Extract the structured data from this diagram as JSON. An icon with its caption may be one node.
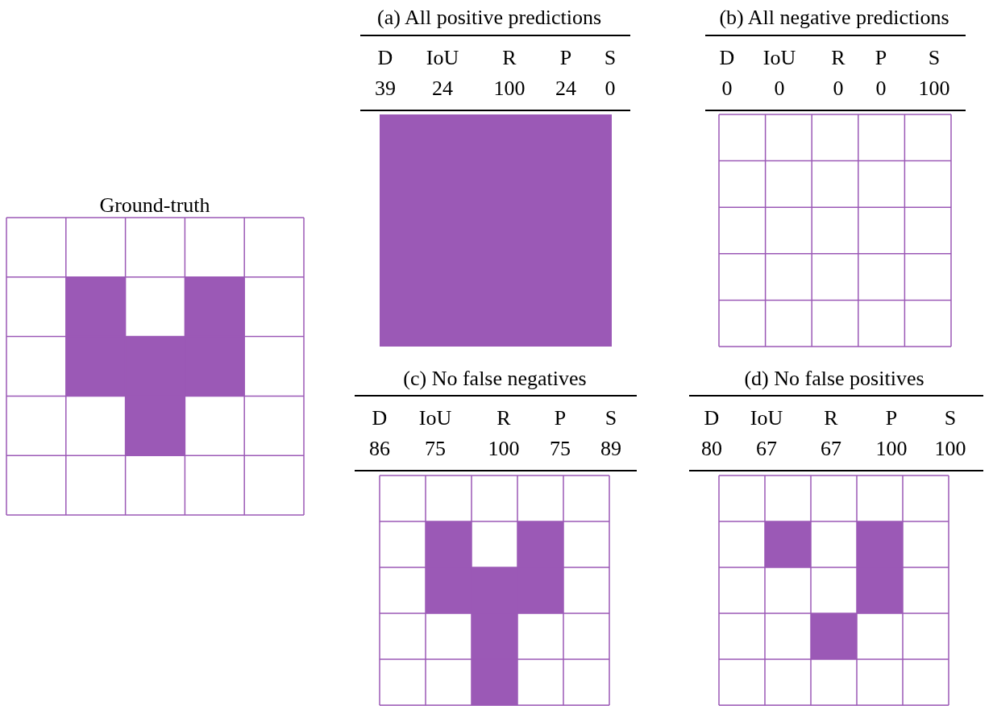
{
  "diagram": {
    "labels": [
      "Ground-truth",
      "(a) All positive predictions",
      "D",
      "IoU",
      "R",
      "P",
      "S",
      "39",
      "24",
      "100",
      "24",
      "0",
      "(b) All negative predictions",
      "D",
      "IoU",
      "R",
      "P",
      "S",
      "0",
      "0",
      "0",
      "0",
      "100",
      "(c) No false negatives",
      "D",
      "IoU",
      "R",
      "P",
      "S",
      "86",
      "75",
      "100",
      "75",
      "89",
      "(d) No false positives",
      "D",
      "IoU",
      "R",
      "P",
      "S",
      "80",
      "67",
      "67",
      "100",
      "100"
    ]
  }
}
